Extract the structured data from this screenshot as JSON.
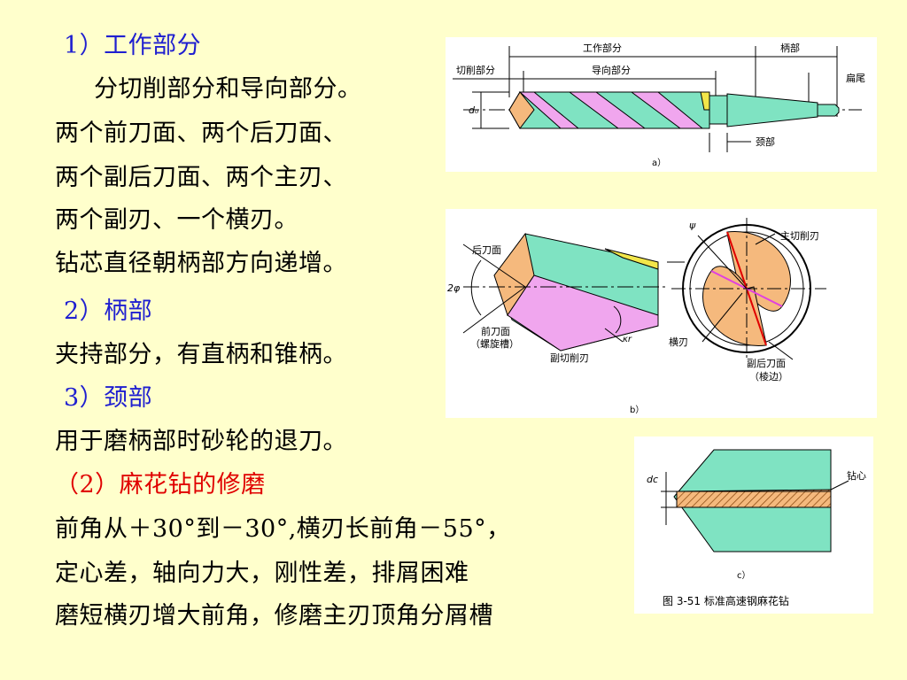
{
  "text": {
    "h1": "1）工作部分",
    "p1": "分切削部分和导向部分。",
    "p2": "两个前刀面、两个后刀面、",
    "p3": "两个副后刀面、两个主刃、",
    "p4": "两个副刃、一个横刃。",
    "p5": "钻芯直径朝柄部方向递增。",
    "h2": "2）柄部",
    "p6": "夹持部分，有直柄和锥柄。",
    "h3": "3）颈部",
    "p7": "用于磨柄部时砂轮的退刀。",
    "h4": "（2）麻花钻的修磨",
    "p8": "前角从＋30°到－30°,横刃长前角－55°，",
    "p9": "定心差，轴向力大，刚性差，排屑困难",
    "p10": "磨短横刃增大前角，修磨主刃顶角分屑槽"
  },
  "figA": {
    "work": "工作部分",
    "shank": "柄部",
    "cut": "切削部分",
    "guide": "导向部分",
    "tang": "扁尾",
    "neck": "颈部",
    "d0": "d₀",
    "cap": "a）"
  },
  "figB": {
    "rake_back": "后刀面",
    "main_edge": "主切削刃",
    "front1": "前刀面",
    "front2": "（螺旋槽）",
    "minor_edge": "副切削刃",
    "chisel": "横刃",
    "minor_flank1": "副后刀面",
    "minor_flank2": "（棱边）",
    "two_phi": "2φ",
    "phi": "ψ",
    "kr": "κr",
    "cap": "b）"
  },
  "figC": {
    "core": "钻心",
    "dc": "dc",
    "cap": "c）",
    "caption": "图 3-51    标准高速钢麻花钻"
  },
  "colors": {
    "background": "#FFFFCC",
    "heading_blue": "#1F1FD0",
    "heading_red": "#E00000",
    "teal": "#7FE3C2",
    "pink": "#F0A6EE",
    "orange": "#F5B97D",
    "yellow": "#F2E64A"
  }
}
